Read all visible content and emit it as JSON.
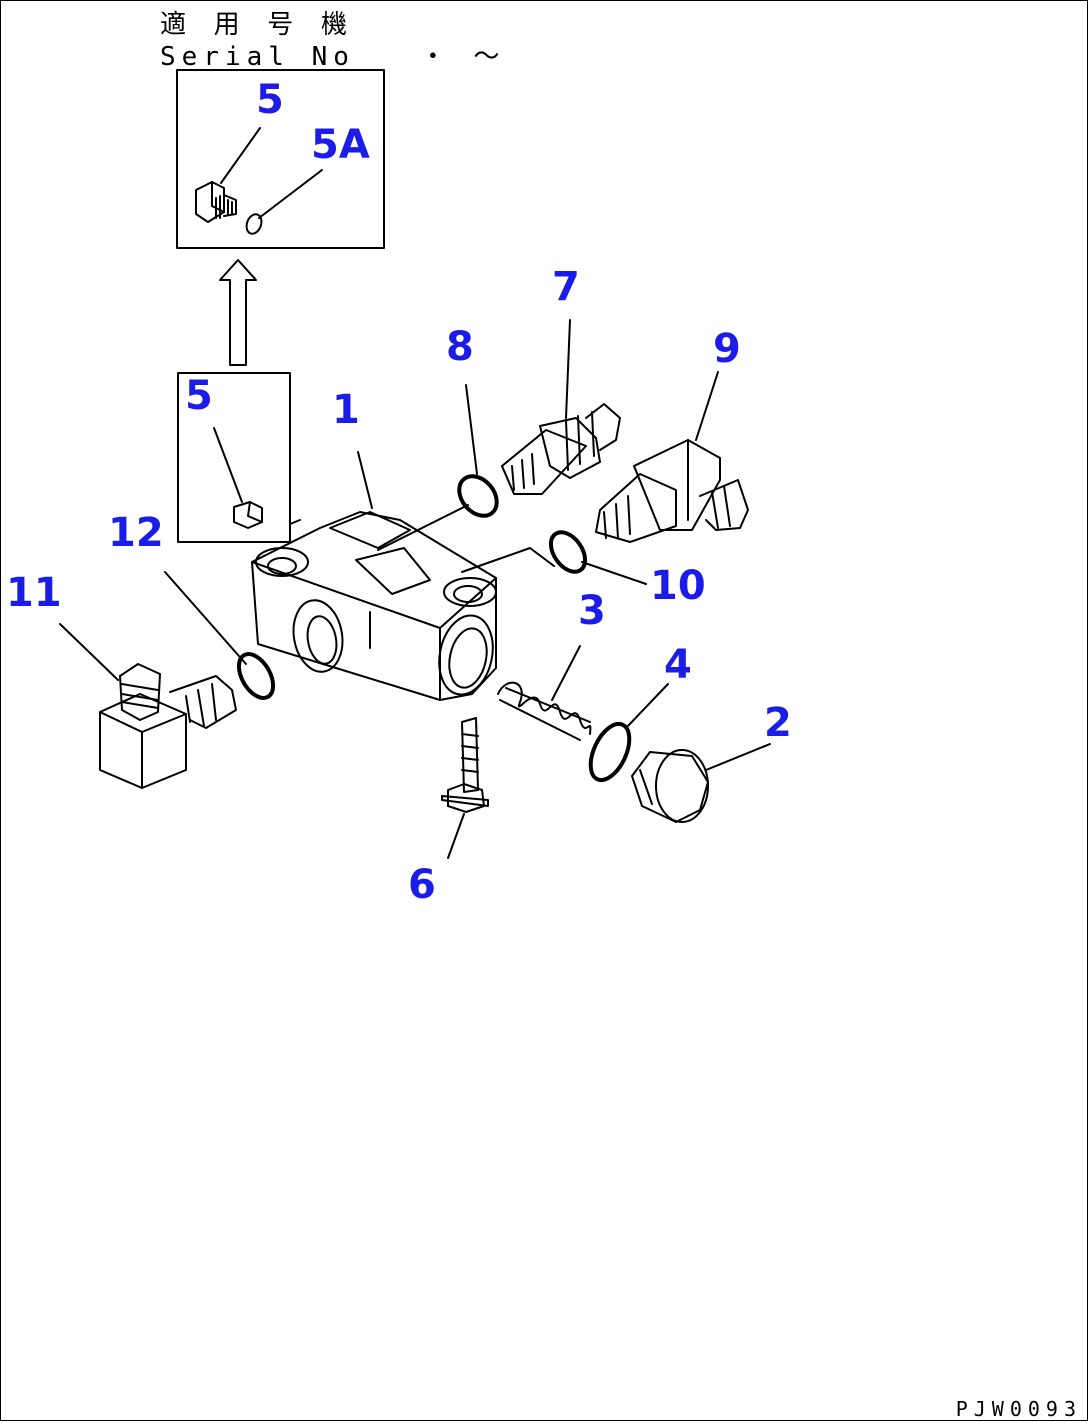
{
  "header": {
    "applicable_models": "適 用 号 機",
    "serial_no": "Serial No   ・ 〜"
  },
  "drawing_code": "PJW0093",
  "callouts": [
    {
      "id": "c5top",
      "text": "5"
    },
    {
      "id": "c5a",
      "text": "5A"
    },
    {
      "id": "c5",
      "text": "5"
    },
    {
      "id": "c1",
      "text": "1"
    },
    {
      "id": "c2",
      "text": "2"
    },
    {
      "id": "c3",
      "text": "3"
    },
    {
      "id": "c4",
      "text": "4"
    },
    {
      "id": "c6",
      "text": "6"
    },
    {
      "id": "c7",
      "text": "7"
    },
    {
      "id": "c8",
      "text": "8"
    },
    {
      "id": "c9",
      "text": "9"
    },
    {
      "id": "c10",
      "text": "10"
    },
    {
      "id": "c11",
      "text": "11"
    },
    {
      "id": "c12",
      "text": "12"
    }
  ],
  "colors": {
    "callout": "#1c1ce8",
    "line": "#000000"
  }
}
